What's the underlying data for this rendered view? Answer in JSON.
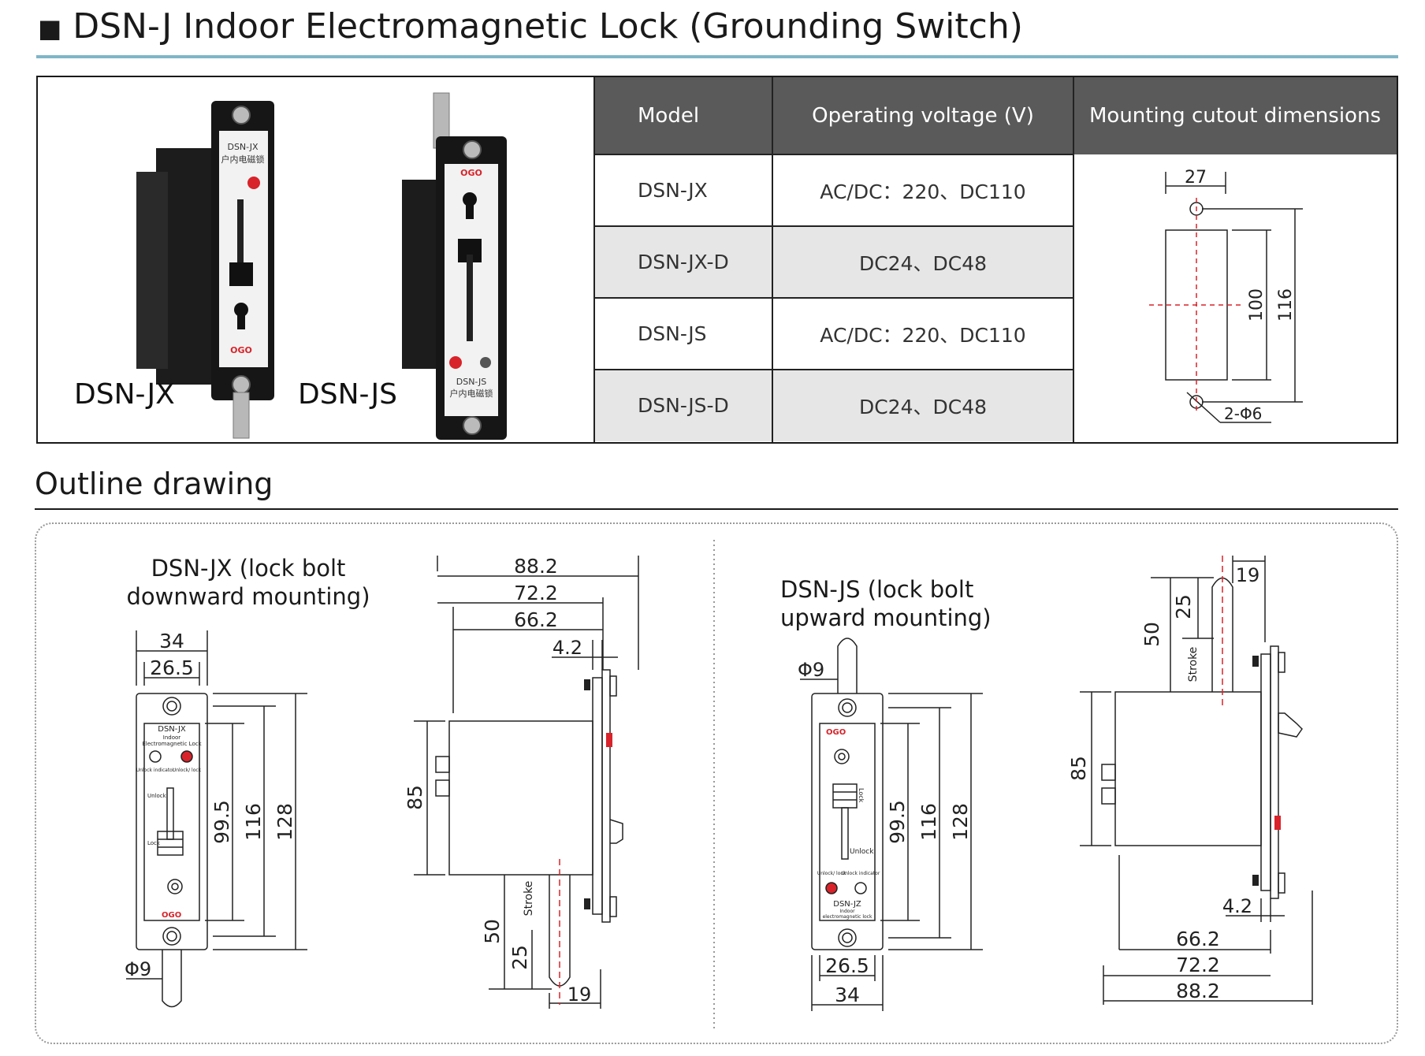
{
  "header": {
    "bullet": "■",
    "title": "DSN-J Indoor Electromagnetic Lock (Grounding Switch)"
  },
  "products": {
    "jx": {
      "label": "DSN-JX",
      "panel_text": [
        "DSN-JX",
        "户内电磁锁"
      ],
      "logo": "OGO"
    },
    "js": {
      "label": "DSN-JS",
      "panel_text": [
        "DSN-JS",
        "户内电磁锁"
      ],
      "logo": "OGO"
    }
  },
  "spec_table": {
    "headers": [
      "Model",
      "Operating voltage (V)",
      "Mounting cutout dimensions"
    ],
    "rows": [
      {
        "model": "DSN-JX",
        "voltage": "AC/DC：220、DC110"
      },
      {
        "model": "DSN-JX-D",
        "voltage": "DC24、DC48"
      },
      {
        "model": "DSN-JS",
        "voltage": "AC/DC：220、DC110"
      },
      {
        "model": "DSN-JS-D",
        "voltage": "DC24、DC48"
      }
    ],
    "cutout": {
      "width": "27",
      "slot": "100",
      "holes": "116",
      "hole_label": "2-Φ6"
    }
  },
  "outline": {
    "title": "Outline drawing",
    "jx": {
      "caption_line1": "DSN-JX (lock bolt",
      "caption_line2": "downward mounting)",
      "front": {
        "width": "34",
        "inner_width": "26.5",
        "d1": "99.5",
        "d2": "116",
        "d3": "128",
        "bolt": "Φ9"
      },
      "face": {
        "model": "DSN-JX",
        "sub1": "Indoor",
        "sub2": "Electromagnetic Lock",
        "unlock_indicator": "Unlock indicator",
        "unlock_lock": "Unlock/ lock",
        "unlock": "Unlock",
        "lock": "Lock",
        "logo": "OGO"
      },
      "side": {
        "w1": "88.2",
        "w2": "72.2",
        "w3": "66.2",
        "w4": "4.2",
        "h": "85",
        "bolt_len": "50",
        "stroke_val": "25",
        "stroke": "Stroke",
        "bolt_w": "19"
      }
    },
    "js": {
      "caption_line1": "DSN-JS (lock bolt",
      "caption_line2": "upward mounting)",
      "front": {
        "width": "34",
        "inner_width": "26.5",
        "d1": "99.5",
        "d2": "116",
        "d3": "128",
        "bolt": "Φ9"
      },
      "face": {
        "model": "DSN-JZ",
        "sub1": "Indoor",
        "sub2": "electromagnetic lock",
        "unlock_indicator": "Unlock indicator",
        "unlock_lock": "Unlock/ lock",
        "unlock": "Unlock",
        "lock": "Lock",
        "logo": "OGO"
      },
      "side": {
        "w1": "88.2",
        "w2": "72.2",
        "w3": "66.2",
        "w4": "4.2",
        "h": "85",
        "bolt_len": "50",
        "stroke_val": "25",
        "stroke": "Stroke",
        "bolt_w": "19"
      }
    }
  },
  "colors": {
    "accent_rule": "#7fb6c8",
    "table_header": "#5a5a5a",
    "table_alt": "#e6e6e6",
    "indicator_red": "#d8232a",
    "center_line": "#d8232a"
  }
}
